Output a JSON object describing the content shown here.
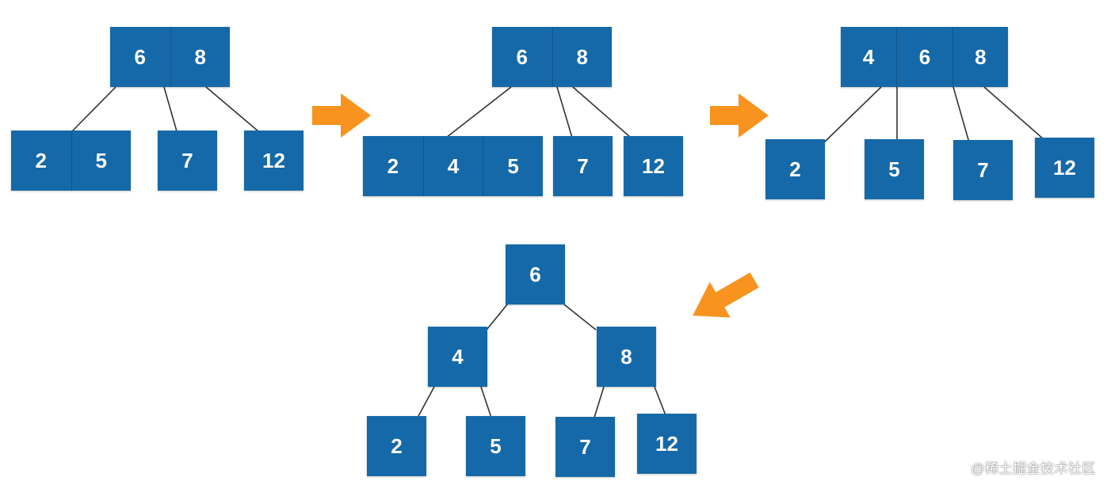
{
  "colors": {
    "node_fill": "#1569a8",
    "key_text": "#ffffff",
    "edge": "#333333",
    "arrow": "#f7931e"
  },
  "stages": [
    {
      "nodes": [
        {
          "id": "s1-root",
          "keys": [
            "6",
            "8"
          ]
        },
        {
          "id": "s1-c1",
          "keys": [
            "2",
            "5"
          ]
        },
        {
          "id": "s1-c2",
          "keys": [
            "7"
          ]
        },
        {
          "id": "s1-c3",
          "keys": [
            "12"
          ]
        }
      ]
    },
    {
      "nodes": [
        {
          "id": "s2-root",
          "keys": [
            "6",
            "8"
          ]
        },
        {
          "id": "s2-c1",
          "keys": [
            "2",
            "4",
            "5"
          ]
        },
        {
          "id": "s2-c2",
          "keys": [
            "7"
          ]
        },
        {
          "id": "s2-c3",
          "keys": [
            "12"
          ]
        }
      ]
    },
    {
      "nodes": [
        {
          "id": "s3-root",
          "keys": [
            "4",
            "6",
            "8"
          ]
        },
        {
          "id": "s3-c1",
          "keys": [
            "2"
          ]
        },
        {
          "id": "s3-c2",
          "keys": [
            "5"
          ]
        },
        {
          "id": "s3-c3",
          "keys": [
            "7"
          ]
        },
        {
          "id": "s3-c4",
          "keys": [
            "12"
          ]
        }
      ]
    },
    {
      "nodes": [
        {
          "id": "s4-root",
          "keys": [
            "6"
          ]
        },
        {
          "id": "s4-l",
          "keys": [
            "4"
          ]
        },
        {
          "id": "s4-r",
          "keys": [
            "8"
          ]
        },
        {
          "id": "s4-ll",
          "keys": [
            "2"
          ]
        },
        {
          "id": "s4-lr",
          "keys": [
            "5"
          ]
        },
        {
          "id": "s4-rl",
          "keys": [
            "7"
          ]
        },
        {
          "id": "s4-rr",
          "keys": [
            "12"
          ]
        }
      ]
    }
  ],
  "watermark": "@稀土掘金技术社区"
}
